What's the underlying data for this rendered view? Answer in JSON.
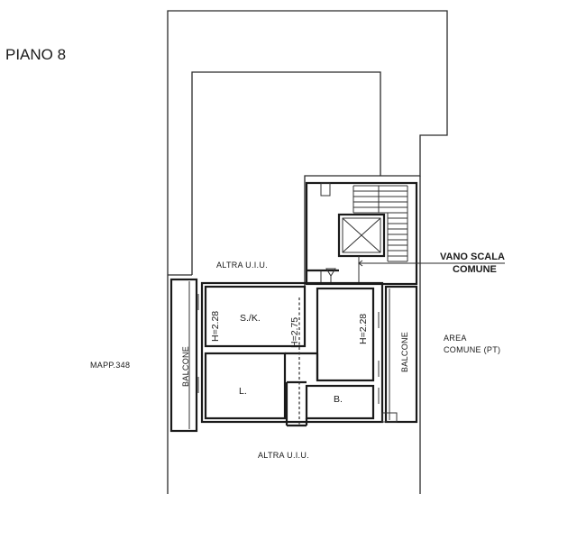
{
  "title": "PIANO 8",
  "labels": {
    "altra_top": "ALTRA U.I.U.",
    "altra_bottom": "ALTRA U.I.U.",
    "vano_scala_1": "VANO SCALA",
    "vano_scala_2": "COMUNE",
    "area_1": "AREA",
    "area_2": "COMUNE (PT)",
    "mapp": "MAPP.348",
    "balcone_left": "BALCONE",
    "balcone_right": "BALCONE",
    "room_sk": "S./K.",
    "room_l": "L.",
    "room_b": "B.",
    "h_left": "H=2.28",
    "h_mid": "H=2.75",
    "h_right": "H=2.28"
  }
}
